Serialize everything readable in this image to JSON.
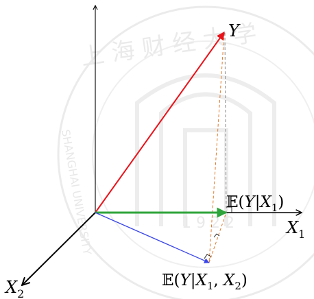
{
  "labels": {
    "y": {
      "main": "Y"
    },
    "x1": {
      "main": "X",
      "sub": "1"
    },
    "x2": {
      "main": "X",
      "sub": "2"
    },
    "proj_x1": {
      "bb": "𝔼",
      "open": "(",
      "y": "Y",
      "bar": "|",
      "x": "X",
      "sub": "1",
      "close": ")"
    },
    "proj_x1x2": {
      "bb": "𝔼",
      "open": "(",
      "y": "Y",
      "bar": "|",
      "x": "X",
      "sub1": "1",
      "comma": ", ",
      "x2": "X",
      "sub2": "2",
      "close": ")"
    }
  },
  "colors": {
    "axes": "#000000",
    "y_vector": "#e8141b",
    "proj_x1_vector": "#2ea43a",
    "proj_x1x2_vector": "#3a46e8",
    "dashed_to_x1": "#8a8a8a",
    "dashed_to_plane": "#e07a2a",
    "watermark": "#d9d9d9"
  },
  "watermark": {
    "arc_text": "SHANGHAI UNIVERSITY",
    "year": "1 9 2 2",
    "chinese": "上 海 财 经 大 学"
  }
}
